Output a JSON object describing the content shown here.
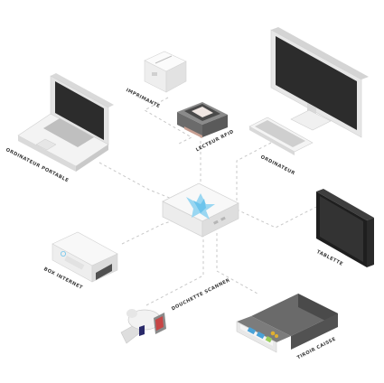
{
  "devices": {
    "printer": {
      "label": "IMPRIMANTE",
      "icon": "receipt-printer-icon"
    },
    "laptop": {
      "label": "ORDINATEUR PORTABLE",
      "icon": "laptop-icon"
    },
    "rfid_reader": {
      "label": "LECTEUR RFID",
      "icon": "rfid-reader-icon"
    },
    "desktop": {
      "label": "ORDINATEUR",
      "icon": "desktop-computer-icon"
    },
    "hub": {
      "label": "",
      "icon": "pos-hub-icon"
    },
    "tablet": {
      "label": "TABLETTE",
      "icon": "tablet-icon"
    },
    "internet_box": {
      "label": "BOX INTERNET",
      "icon": "internet-box-icon"
    },
    "scanner": {
      "label": "DOUCHETTE SCANNER",
      "icon": "barcode-scanner-icon"
    },
    "cash_drawer": {
      "label": "TIROIR CAISSE",
      "icon": "cash-drawer-icon"
    }
  },
  "colors": {
    "connector": "#c8c8c8",
    "device_body": "#f2f2f2",
    "screen": "#2c2c2c",
    "accent": "#6cc4ec"
  }
}
